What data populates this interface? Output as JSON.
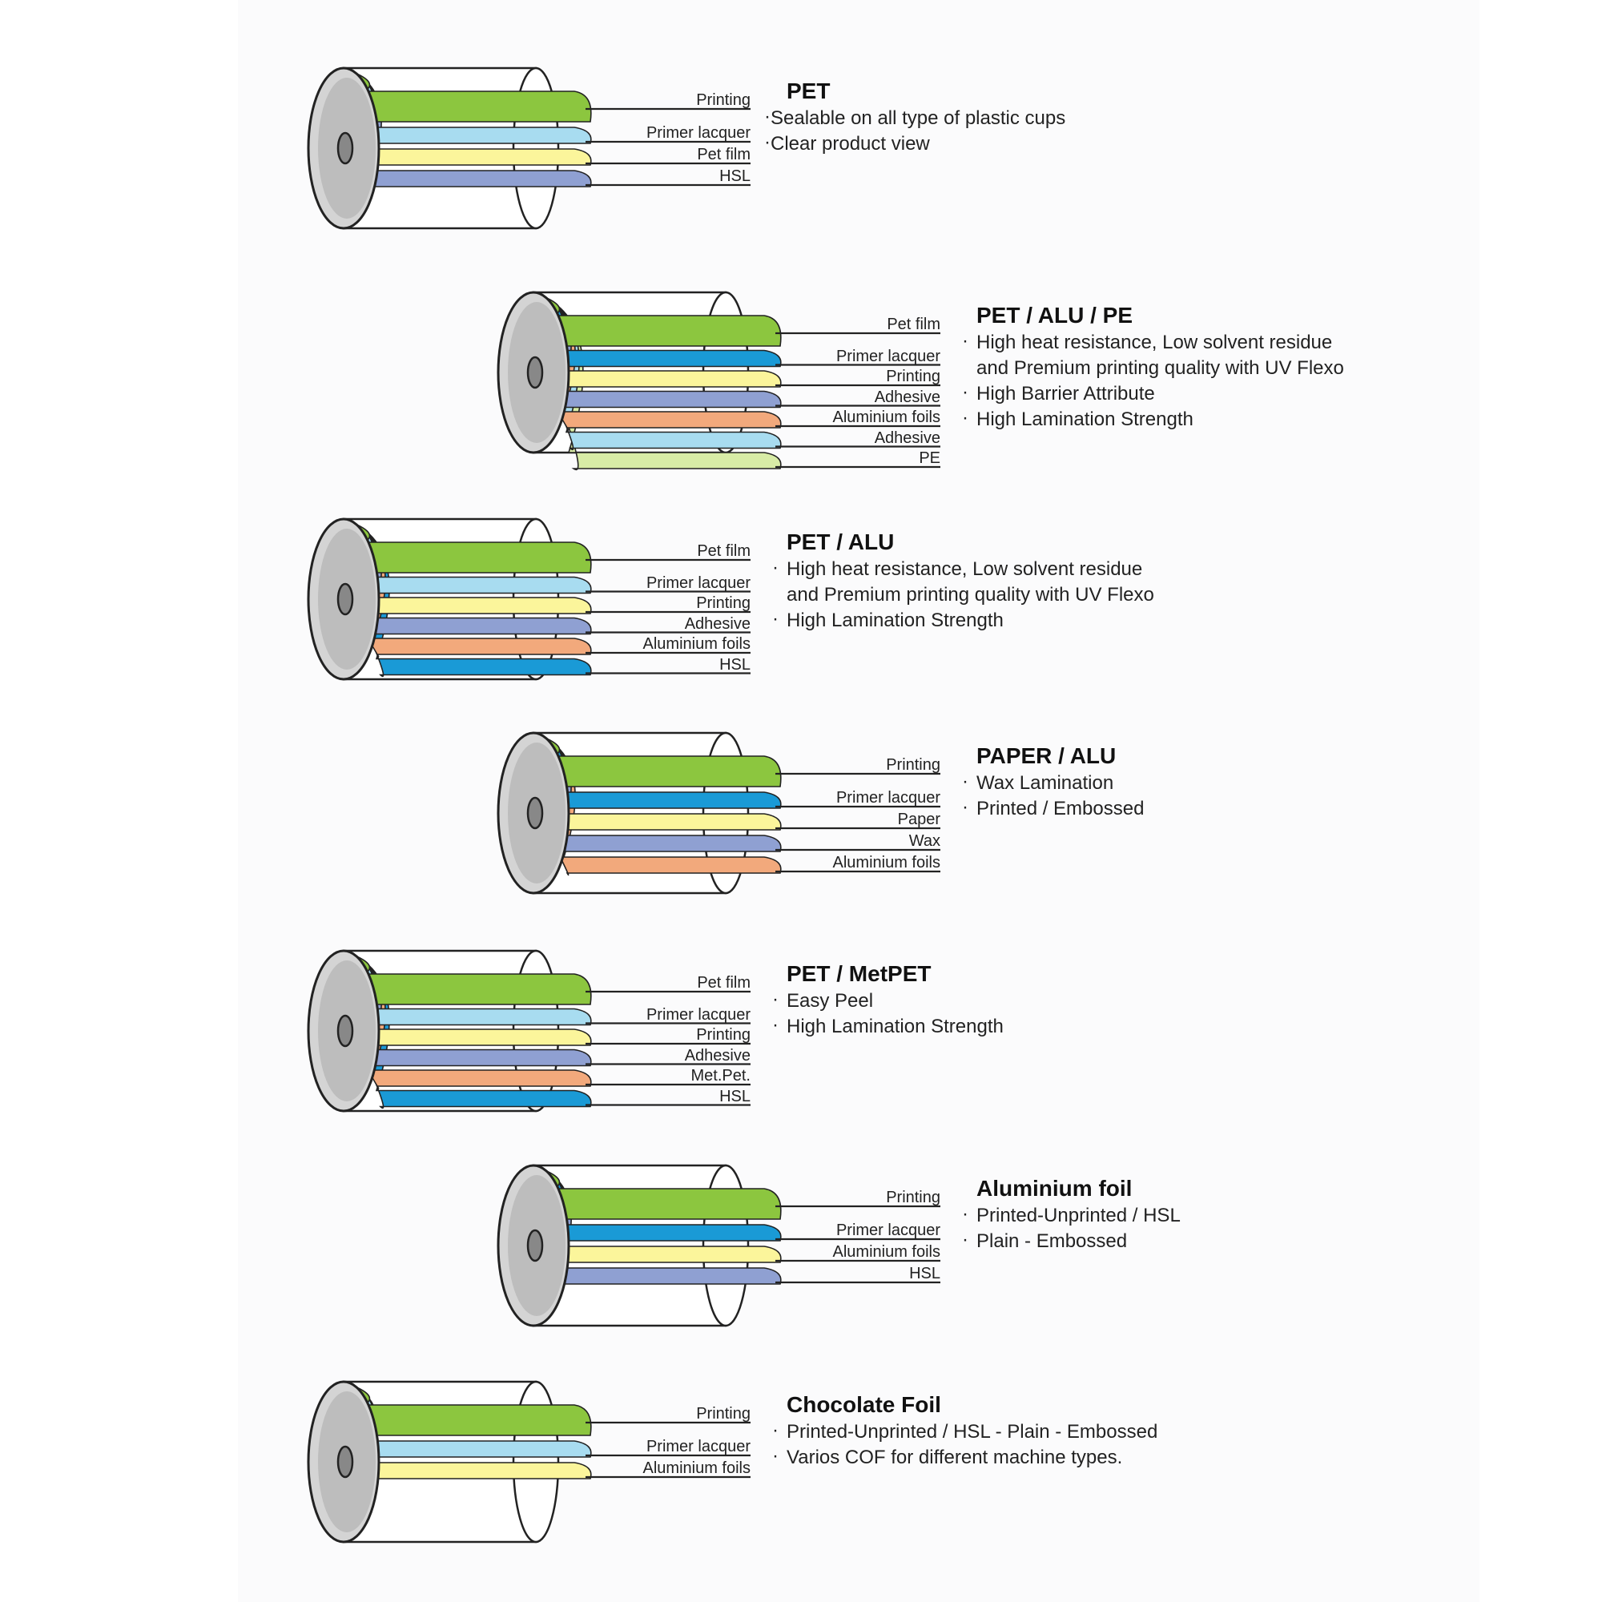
{
  "colors": {
    "green": "#8cc63f",
    "lightblue": "#a8dcf0",
    "blue": "#1a9ad6",
    "yellow": "#fbf59b",
    "lavender": "#8fa0d2",
    "orange": "#f2a97c",
    "lightgreen": "#d8eca6",
    "gray": "#9a9a9a",
    "silver": "#c8c8c8"
  },
  "items": [
    {
      "title": "PET",
      "bullet_style": "dot-tight",
      "lines": [
        "Sealable on all type of plastic cups",
        "Clear product view"
      ],
      "bullets": [
        true,
        true
      ],
      "layers": [
        {
          "label": "Printing",
          "color": "green"
        },
        {
          "label": "Primer lacquer",
          "color": "lightblue"
        },
        {
          "label": "Pet film",
          "color": "yellow"
        },
        {
          "label": "HSL",
          "color": "lavender"
        }
      ]
    },
    {
      "title": "PET / ALU / PE",
      "bullet_style": "dot",
      "lines": [
        "High heat resistance, Low solvent residue",
        "and Premium printing quality with UV Flexo",
        "High Barrier Attribute",
        "High Lamination Strength"
      ],
      "bullets": [
        true,
        false,
        true,
        true
      ],
      "layers": [
        {
          "label": "Pet film",
          "color": "green"
        },
        {
          "label": "Primer lacquer",
          "color": "blue"
        },
        {
          "label": "Printing",
          "color": "yellow"
        },
        {
          "label": "Adhesive",
          "color": "lavender"
        },
        {
          "label": "Aluminium foils",
          "color": "orange"
        },
        {
          "label": "Adhesive",
          "color": "lightblue"
        },
        {
          "label": "PE",
          "color": "lightgreen"
        }
      ]
    },
    {
      "title": "PET / ALU",
      "bullet_style": "dot",
      "lines": [
        "High heat resistance, Low solvent residue",
        "and Premium printing quality with UV Flexo",
        "High Lamination Strength"
      ],
      "bullets": [
        true,
        false,
        true
      ],
      "layers": [
        {
          "label": "Pet film",
          "color": "green"
        },
        {
          "label": "Primer lacquer",
          "color": "lightblue"
        },
        {
          "label": "Printing",
          "color": "yellow"
        },
        {
          "label": "Adhesive",
          "color": "lavender"
        },
        {
          "label": "Aluminium foils",
          "color": "orange"
        },
        {
          "label": "HSL",
          "color": "blue"
        }
      ]
    },
    {
      "title": "PAPER / ALU",
      "bullet_style": "dot",
      "lines": [
        "Wax Lamination",
        "Printed / Embossed"
      ],
      "bullets": [
        true,
        true
      ],
      "layers": [
        {
          "label": "Printing",
          "color": "green"
        },
        {
          "label": "Primer lacquer",
          "color": "blue"
        },
        {
          "label": "Paper",
          "color": "yellow"
        },
        {
          "label": "Wax",
          "color": "lavender"
        },
        {
          "label": "Aluminium foils",
          "color": "orange"
        }
      ]
    },
    {
      "title": "PET / MetPET",
      "bullet_style": "dot",
      "lines": [
        "Easy Peel",
        "High Lamination Strength"
      ],
      "bullets": [
        true,
        true
      ],
      "layers": [
        {
          "label": "Pet film",
          "color": "green"
        },
        {
          "label": "Primer lacquer",
          "color": "lightblue"
        },
        {
          "label": "Printing",
          "color": "yellow"
        },
        {
          "label": "Adhesive",
          "color": "lavender"
        },
        {
          "label": "Met.Pet.",
          "color": "orange"
        },
        {
          "label": "HSL",
          "color": "blue"
        }
      ]
    },
    {
      "title": "Aluminium foil",
      "bullet_style": "dot",
      "lines": [
        "Printed-Unprinted / HSL",
        "Plain - Embossed"
      ],
      "bullets": [
        true,
        true
      ],
      "layers": [
        {
          "label": "Printing",
          "color": "green"
        },
        {
          "label": "Primer lacquer",
          "color": "blue"
        },
        {
          "label": "Aluminium foils",
          "color": "yellow"
        },
        {
          "label": "HSL",
          "color": "lavender"
        }
      ]
    },
    {
      "title": "Chocolate Foil",
      "bullet_style": "dot",
      "lines": [
        "Printed-Unprinted / HSL - Plain - Embossed",
        "Varios COF for different machine types."
      ],
      "bullets": [
        true,
        true
      ],
      "layers": [
        {
          "label": "Printing",
          "color": "green"
        },
        {
          "label": "Primer lacquer",
          "color": "lightblue"
        },
        {
          "label": "Aluminium foils",
          "color": "yellow"
        }
      ]
    }
  ]
}
